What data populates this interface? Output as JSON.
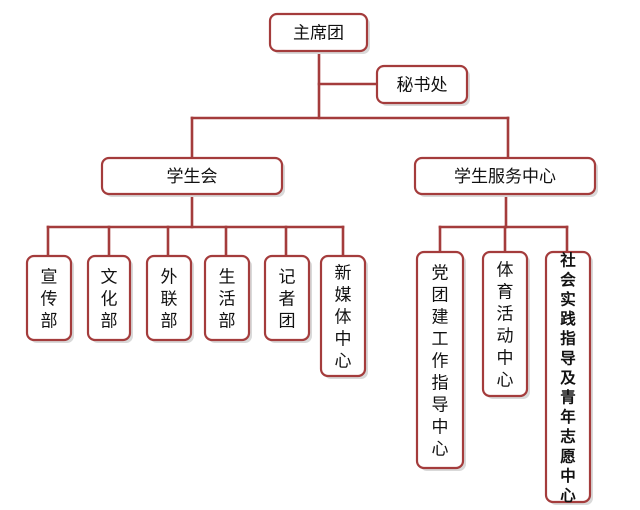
{
  "colors": {
    "line": "#a43c3c",
    "box_border": "#a43c3c",
    "box_fill": "#ffffff",
    "text": "#111111"
  },
  "root": {
    "label": "主席团"
  },
  "secretariat": {
    "label": "秘书处"
  },
  "student_union": {
    "label": "学生会",
    "departments": [
      {
        "label": "宣传部"
      },
      {
        "label": "文化部"
      },
      {
        "label": "外联部"
      },
      {
        "label": "生活部"
      },
      {
        "label": "记者团"
      },
      {
        "label": "新媒体中心"
      }
    ]
  },
  "service_center": {
    "label": "学生服务中心",
    "departments": [
      {
        "label": "党团建工作指导中心"
      },
      {
        "label": "体育活动中心"
      },
      {
        "label": "社会实践指导及青年志愿中心",
        "bold": true
      }
    ]
  }
}
